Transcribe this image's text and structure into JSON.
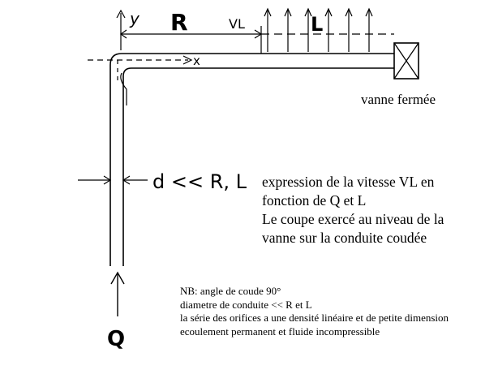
{
  "labels": {
    "y_axis": "y",
    "R": "R",
    "VL": "VL",
    "L": "L",
    "x_axis": "x",
    "d_condition": "d << R, L",
    "Q": "Q"
  },
  "valve_caption": "vanne fermée",
  "question_lines": [
    "expression de la vitesse VL en",
    "fonction de Q et L",
    "Le coupe exercé au niveau de la",
    "vanne sur la conduite coudée"
  ],
  "notes": [
    "NB: angle de coude 90°",
    "diametre de conduite << R et L",
    "la série des orifices  a une densité linéaire et de petite dimension",
    "ecoulement permanent et fluide incompressible"
  ],
  "icons": {
    "valve": "closed-valve-icon"
  }
}
